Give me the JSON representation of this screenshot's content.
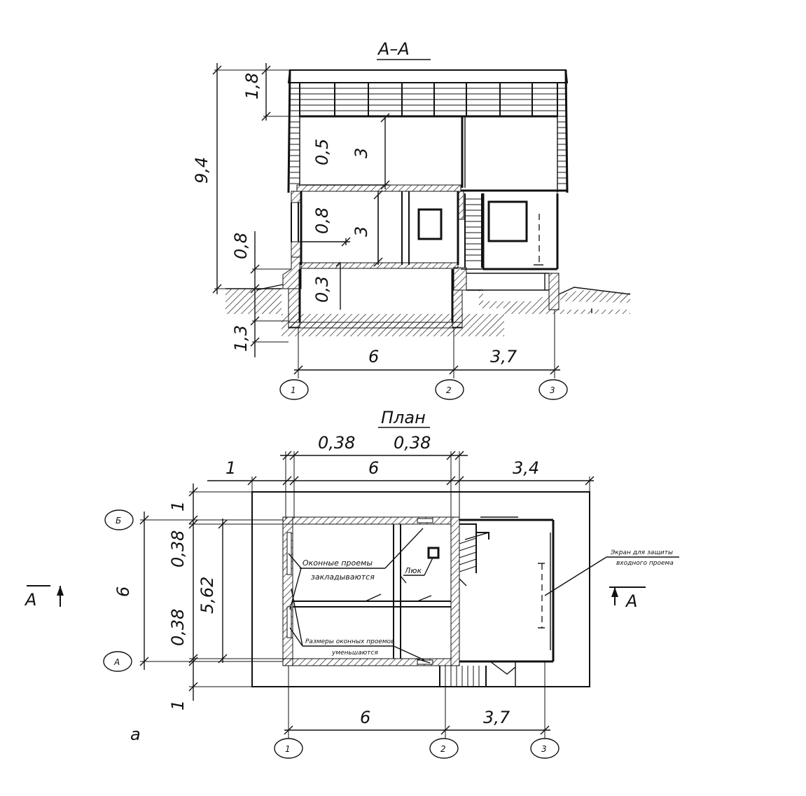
{
  "section": {
    "title": "А–А",
    "dims": {
      "total_height": "9,4",
      "roof_height": "1,8",
      "plinth_height": "0,8",
      "foundation_depth": "1,3",
      "attic_part": "0,5",
      "attic_floor": "3",
      "first_part": "0,8",
      "first_floor": "3",
      "cellar_part": "0,3",
      "span_main": "6",
      "span_annex": "3,7"
    },
    "axes": [
      "1",
      "2",
      "3"
    ]
  },
  "plan": {
    "title": "План",
    "dims": {
      "wall_left": "0,38",
      "wall_right": "0,38",
      "overhang_left": "1",
      "main_width": "6",
      "annex_width": "3,4",
      "overhang_top": "1",
      "wall_top": "0,38",
      "inner_depth": "5,62",
      "total_depth": "6",
      "wall_bottom": "0,38",
      "overhang_bottom": "1",
      "span_main": "6",
      "span_annex": "3,7"
    },
    "axes_x": [
      "1",
      "2",
      "3"
    ],
    "axes_y": [
      "Б",
      "А"
    ],
    "notes": {
      "windows_closed_1": "Оконные проемы",
      "windows_closed_2": "закладываются",
      "hatch": "Люк",
      "windows_reduced_1": "Размеры оконных проемов",
      "windows_reduced_2": "уменьшаются",
      "screen_1": "Экран для защиты",
      "screen_2": "входного проема"
    },
    "section_mark": "А",
    "figure_letter": "а"
  }
}
